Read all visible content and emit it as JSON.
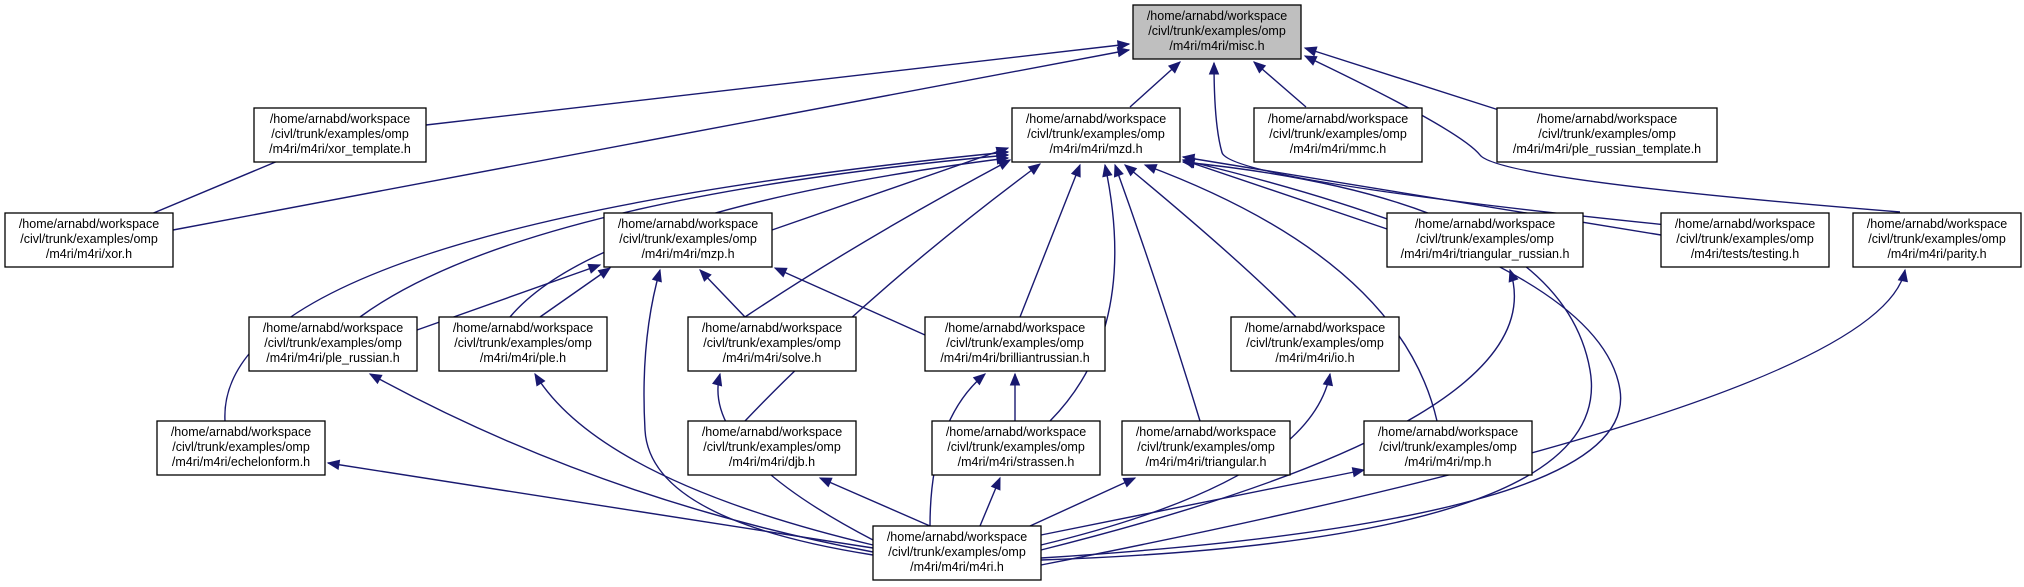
{
  "diagram": {
    "type": "include-dependency-graph",
    "nodes": [
      {
        "id": "misc",
        "lines": [
          "/home/arnabd/workspace",
          "/civl/trunk/examples/omp",
          "/m4ri/m4ri/misc.h"
        ],
        "highlighted": true
      },
      {
        "id": "xor_template",
        "lines": [
          "/home/arnabd/workspace",
          "/civl/trunk/examples/omp",
          "/m4ri/m4ri/xor_template.h"
        ]
      },
      {
        "id": "mzd",
        "lines": [
          "/home/arnabd/workspace",
          "/civl/trunk/examples/omp",
          "/m4ri/m4ri/mzd.h"
        ]
      },
      {
        "id": "mmc",
        "lines": [
          "/home/arnabd/workspace",
          "/civl/trunk/examples/omp",
          "/m4ri/m4ri/mmc.h"
        ]
      },
      {
        "id": "ple_russian_template",
        "lines": [
          "/home/arnabd/workspace",
          "/civl/trunk/examples/omp",
          "/m4ri/m4ri/ple_russian_template.h"
        ]
      },
      {
        "id": "xor",
        "lines": [
          "/home/arnabd/workspace",
          "/civl/trunk/examples/omp",
          "/m4ri/m4ri/xor.h"
        ]
      },
      {
        "id": "mzp",
        "lines": [
          "/home/arnabd/workspace",
          "/civl/trunk/examples/omp",
          "/m4ri/m4ri/mzp.h"
        ]
      },
      {
        "id": "triangular_russian",
        "lines": [
          "/home/arnabd/workspace",
          "/civl/trunk/examples/omp",
          "/m4ri/m4ri/triangular_russian.h"
        ]
      },
      {
        "id": "testing",
        "lines": [
          "/home/arnabd/workspace",
          "/civl/trunk/examples/omp",
          "/m4ri/tests/testing.h"
        ]
      },
      {
        "id": "parity",
        "lines": [
          "/home/arnabd/workspace",
          "/civl/trunk/examples/omp",
          "/m4ri/m4ri/parity.h"
        ]
      },
      {
        "id": "ple_russian",
        "lines": [
          "/home/arnabd/workspace",
          "/civl/trunk/examples/omp",
          "/m4ri/m4ri/ple_russian.h"
        ]
      },
      {
        "id": "ple",
        "lines": [
          "/home/arnabd/workspace",
          "/civl/trunk/examples/omp",
          "/m4ri/m4ri/ple.h"
        ]
      },
      {
        "id": "solve",
        "lines": [
          "/home/arnabd/workspace",
          "/civl/trunk/examples/omp",
          "/m4ri/m4ri/solve.h"
        ]
      },
      {
        "id": "brilliantrussian",
        "lines": [
          "/home/arnabd/workspace",
          "/civl/trunk/examples/omp",
          "/m4ri/m4ri/brilliantrussian.h"
        ]
      },
      {
        "id": "io",
        "lines": [
          "/home/arnabd/workspace",
          "/civl/trunk/examples/omp",
          "/m4ri/m4ri/io.h"
        ]
      },
      {
        "id": "echelonform",
        "lines": [
          "/home/arnabd/workspace",
          "/civl/trunk/examples/omp",
          "/m4ri/m4ri/echelonform.h"
        ]
      },
      {
        "id": "djb",
        "lines": [
          "/home/arnabd/workspace",
          "/civl/trunk/examples/omp",
          "/m4ri/m4ri/djb.h"
        ]
      },
      {
        "id": "strassen",
        "lines": [
          "/home/arnabd/workspace",
          "/civl/trunk/examples/omp",
          "/m4ri/m4ri/strassen.h"
        ]
      },
      {
        "id": "triangular",
        "lines": [
          "/home/arnabd/workspace",
          "/civl/trunk/examples/omp",
          "/m4ri/m4ri/triangular.h"
        ]
      },
      {
        "id": "mp",
        "lines": [
          "/home/arnabd/workspace",
          "/civl/trunk/examples/omp",
          "/m4ri/m4ri/mp.h"
        ]
      },
      {
        "id": "m4ri",
        "lines": [
          "/home/arnabd/workspace",
          "/civl/trunk/examples/omp",
          "/m4ri/m4ri/m4ri.h"
        ]
      }
    ],
    "edges": [
      {
        "from": "xor_template",
        "to": "misc"
      },
      {
        "from": "xor",
        "to": "misc"
      },
      {
        "from": "mzd",
        "to": "misc"
      },
      {
        "from": "mmc",
        "to": "misc"
      },
      {
        "from": "ple_russian_template",
        "to": "misc"
      },
      {
        "from": "testing",
        "to": "misc"
      },
      {
        "from": "parity",
        "to": "misc"
      },
      {
        "from": "xor",
        "to": "xor_template"
      },
      {
        "from": "mzp",
        "to": "mzd"
      },
      {
        "from": "echelonform",
        "to": "mzd"
      },
      {
        "from": "ple_russian",
        "to": "mzd"
      },
      {
        "from": "ple",
        "to": "mzd"
      },
      {
        "from": "solve",
        "to": "mzd"
      },
      {
        "from": "djb",
        "to": "mzd"
      },
      {
        "from": "brilliantrussian",
        "to": "mzd"
      },
      {
        "from": "strassen",
        "to": "mzd"
      },
      {
        "from": "triangular",
        "to": "mzd"
      },
      {
        "from": "io",
        "to": "mzd"
      },
      {
        "from": "mp",
        "to": "mzd"
      },
      {
        "from": "triangular_russian",
        "to": "mzd"
      },
      {
        "from": "testing",
        "to": "mzd"
      },
      {
        "from": "m4ri",
        "to": "mzd"
      },
      {
        "from": "ple_russian",
        "to": "mzp"
      },
      {
        "from": "ple",
        "to": "mzp"
      },
      {
        "from": "solve",
        "to": "mzp"
      },
      {
        "from": "brilliantrussian",
        "to": "mzp"
      },
      {
        "from": "m4ri",
        "to": "mzp"
      },
      {
        "from": "strassen",
        "to": "brilliantrussian"
      },
      {
        "from": "m4ri",
        "to": "brilliantrussian"
      },
      {
        "from": "m4ri",
        "to": "echelonform"
      },
      {
        "from": "m4ri",
        "to": "ple_russian"
      },
      {
        "from": "m4ri",
        "to": "ple"
      },
      {
        "from": "m4ri",
        "to": "solve"
      },
      {
        "from": "m4ri",
        "to": "djb"
      },
      {
        "from": "m4ri",
        "to": "strassen"
      },
      {
        "from": "m4ri",
        "to": "triangular"
      },
      {
        "from": "m4ri",
        "to": "io"
      },
      {
        "from": "m4ri",
        "to": "mp"
      },
      {
        "from": "m4ri",
        "to": "triangular_russian"
      },
      {
        "from": "m4ri",
        "to": "parity"
      },
      {
        "from": "m4ri",
        "to": "testing"
      }
    ]
  }
}
